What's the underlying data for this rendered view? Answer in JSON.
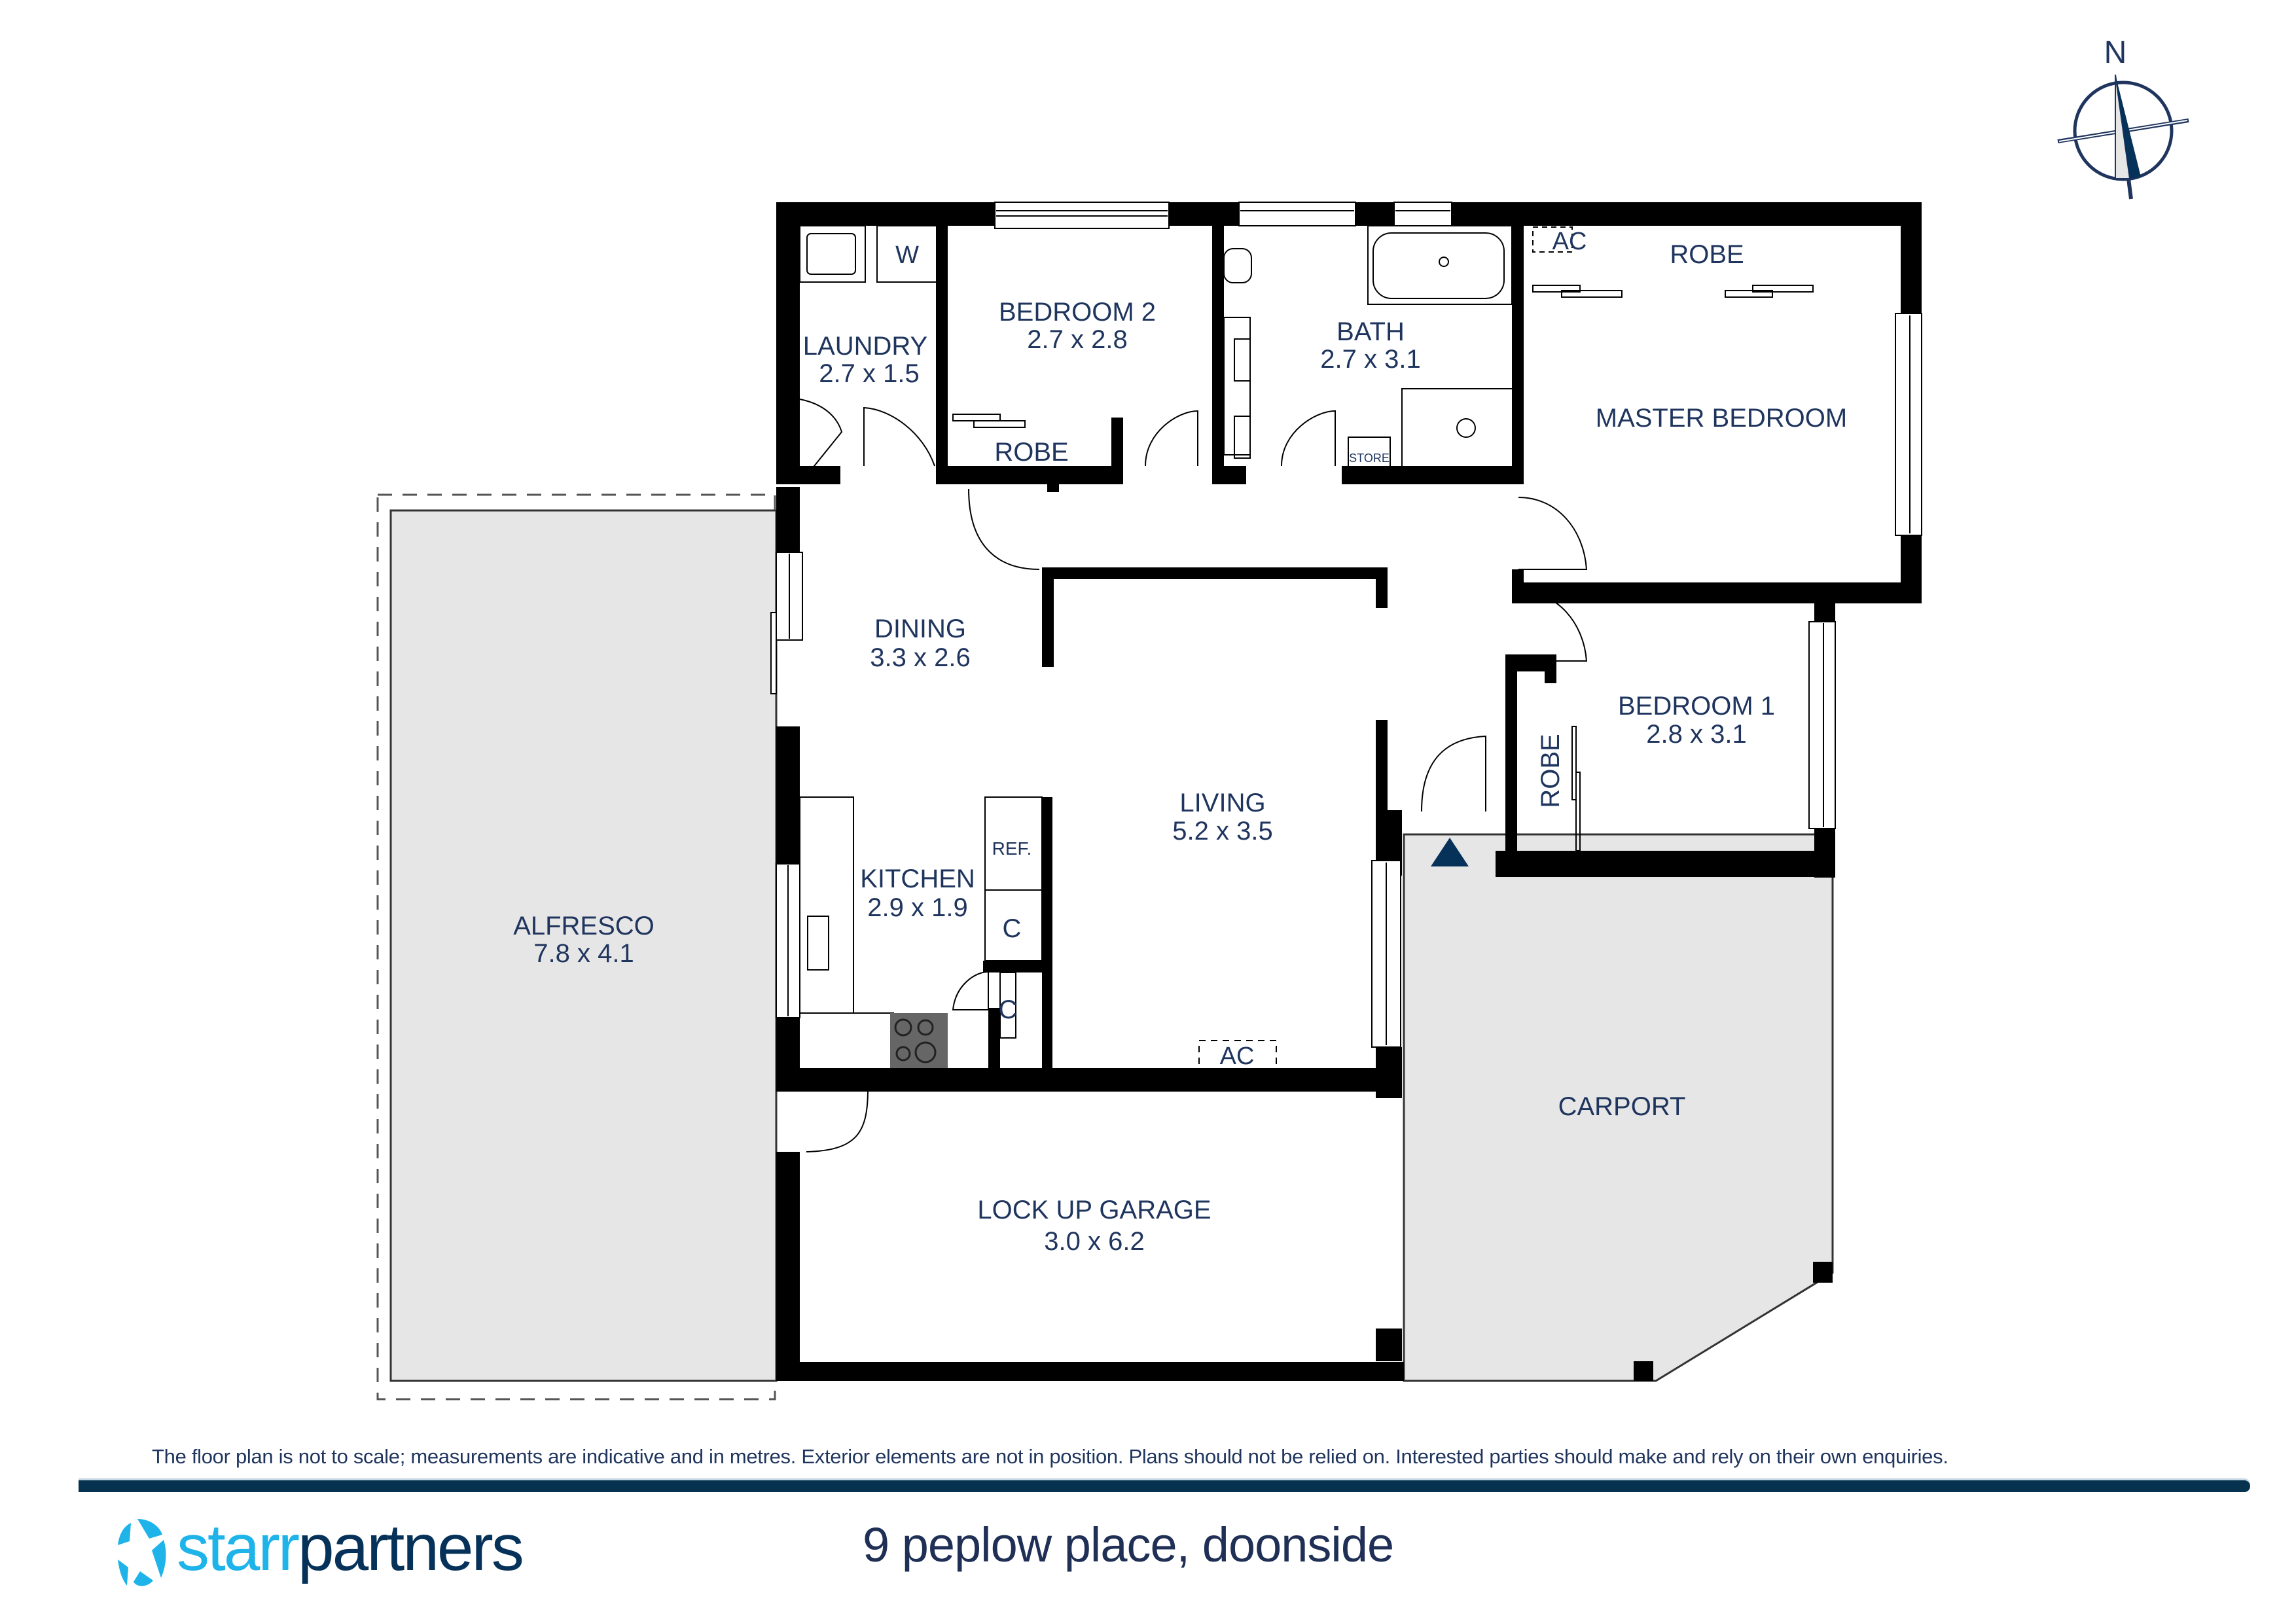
{
  "plan": {
    "compass_label": "N",
    "rooms": [
      {
        "id": "laundry",
        "name": "LAUNDRY",
        "dims": "2.7 x 1.5"
      },
      {
        "id": "bedroom2",
        "name": "BEDROOM 2",
        "dims": "2.7 x 2.8"
      },
      {
        "id": "bath",
        "name": "BATH",
        "dims": "2.7 x 3.1"
      },
      {
        "id": "master",
        "name": "MASTER BEDROOM",
        "dims": ""
      },
      {
        "id": "dining",
        "name": "DINING",
        "dims": "3.3 x 2.6"
      },
      {
        "id": "living",
        "name": "LIVING",
        "dims": "5.2 x 3.5"
      },
      {
        "id": "kitchen",
        "name": "KITCHEN",
        "dims": "2.9 x 1.9"
      },
      {
        "id": "bedroom1",
        "name": "BEDROOM 1",
        "dims": "2.8 x 3.1"
      },
      {
        "id": "alfresco",
        "name": "ALFRESCO",
        "dims": "7.8 x 4.1"
      },
      {
        "id": "garage",
        "name": "LOCK UP GARAGE",
        "dims": "3.0 x 6.2"
      },
      {
        "id": "carport",
        "name": "CARPORT",
        "dims": ""
      }
    ],
    "fixtures": {
      "washer": "W",
      "robe_bed2": "ROBE",
      "robe_master": "ROBE",
      "robe_bed1": "ROBE",
      "store": "STORE",
      "ac_master": "AC",
      "ac_living": "AC",
      "fridge": "REF.",
      "cupboard1": "C",
      "cupboard2": "C"
    }
  },
  "footer": {
    "disclaimer": "The floor plan is not to scale; measurements are indicative and in metres. Exterior elements are not in position. Plans should not be relied on. Interested parties should make and rely on their own enquiries.",
    "brand_part1": "starr",
    "brand_part2": "partners",
    "address": "9 peplow place, doonside"
  },
  "colors": {
    "wall": "#000000",
    "label": "#1f355e",
    "outdoor_fill": "#e6e6e6",
    "brand_light": "#1eb4ea",
    "brand_dark": "#06325a",
    "bar": "#06324f"
  }
}
